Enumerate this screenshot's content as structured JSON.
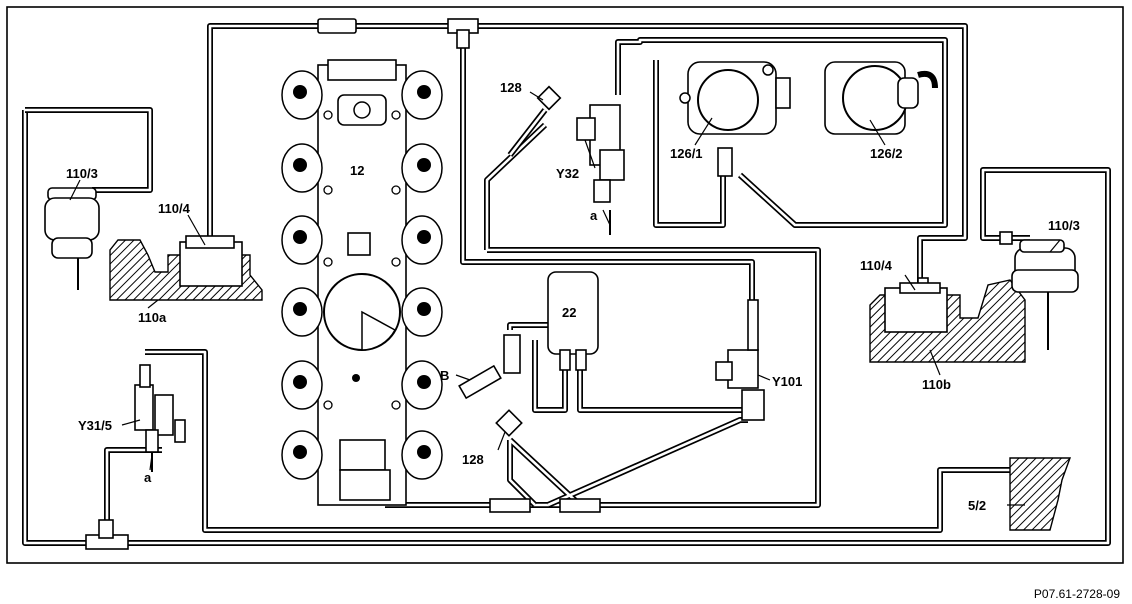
{
  "diagram": {
    "labels": {
      "c12": "12",
      "c22": "22",
      "c110_3_left": "110/3",
      "c110_4_left": "110/4",
      "c110a": "110a",
      "c110_3_right": "110/3",
      "c110_4_right": "110/4",
      "c110b": "110b",
      "c126_1": "126/1",
      "c126_2": "126/2",
      "c128_top": "128",
      "c128_bottom": "128",
      "cY32": "Y32",
      "cY101": "Y101",
      "cY31_5": "Y31/5",
      "cB": "B",
      "c5_2": "5/2",
      "a_top": "a",
      "a_left": "a"
    },
    "reference_code": "P07.61-2728-09"
  }
}
